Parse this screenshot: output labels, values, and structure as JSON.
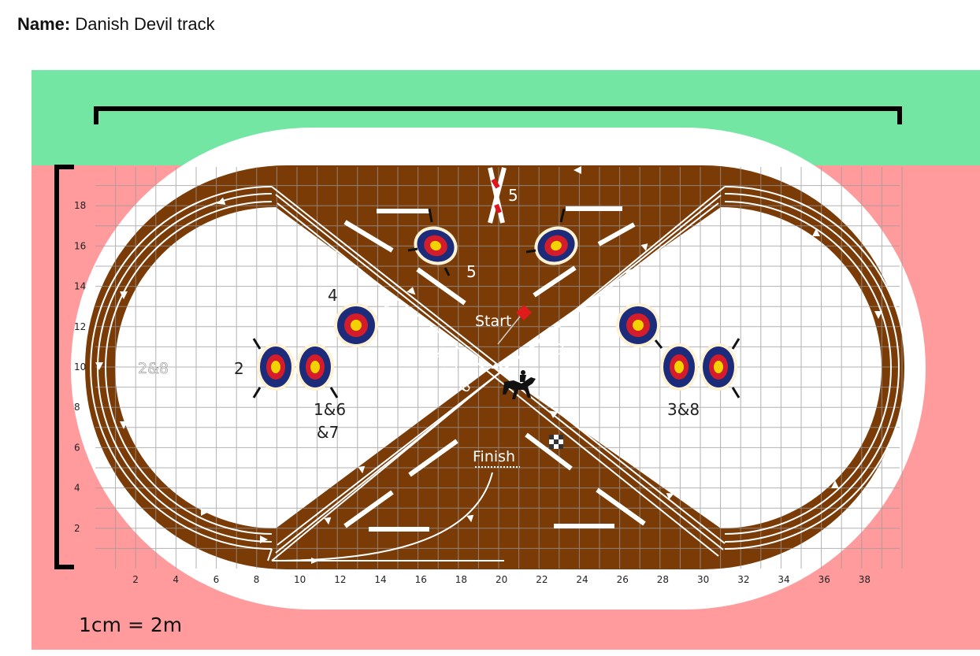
{
  "header": {
    "name_label": "Name:",
    "name_value": " Danish Devil track"
  },
  "colors": {
    "background_top": "#72e6a2",
    "background_bottom": "#ff9b9d",
    "surround": "#ffffff",
    "track": "#7a3b06",
    "grid": "#9a9a9a",
    "lane_lines": "#ffffff",
    "target_outer": "#1c2c7a",
    "target_red": "#d51c2a",
    "target_gold": "#f2d200"
  },
  "grid": {
    "x_ticks": [
      "2",
      "4",
      "6",
      "8",
      "10",
      "12",
      "14",
      "16",
      "18",
      "20",
      "22",
      "24",
      "26",
      "28",
      "30",
      "32",
      "34",
      "36",
      "38"
    ],
    "y_ticks": [
      "18",
      "16",
      "14",
      "12",
      "10",
      "8",
      "6",
      "4",
      "2"
    ]
  },
  "labels": {
    "start": "Start",
    "finish": "Finish",
    "scale": "1cm = 2m",
    "left_loop": "2&8",
    "target_2": "2",
    "target_4": "4",
    "targets_1_6_7_a": "1&6",
    "targets_1_6_7_b": "&7",
    "targets_3_8": "3&8",
    "target_5": "5",
    "barrier_5": "5",
    "diag_4": "4",
    "diag_1_7": "1&7",
    "diag_6": "6",
    "diag_3": "3"
  },
  "icons": {
    "start_marker": "red-diamond-flag-icon",
    "finish_marker": "checkered-flag-icon",
    "horse": "horse-rider-icon"
  }
}
